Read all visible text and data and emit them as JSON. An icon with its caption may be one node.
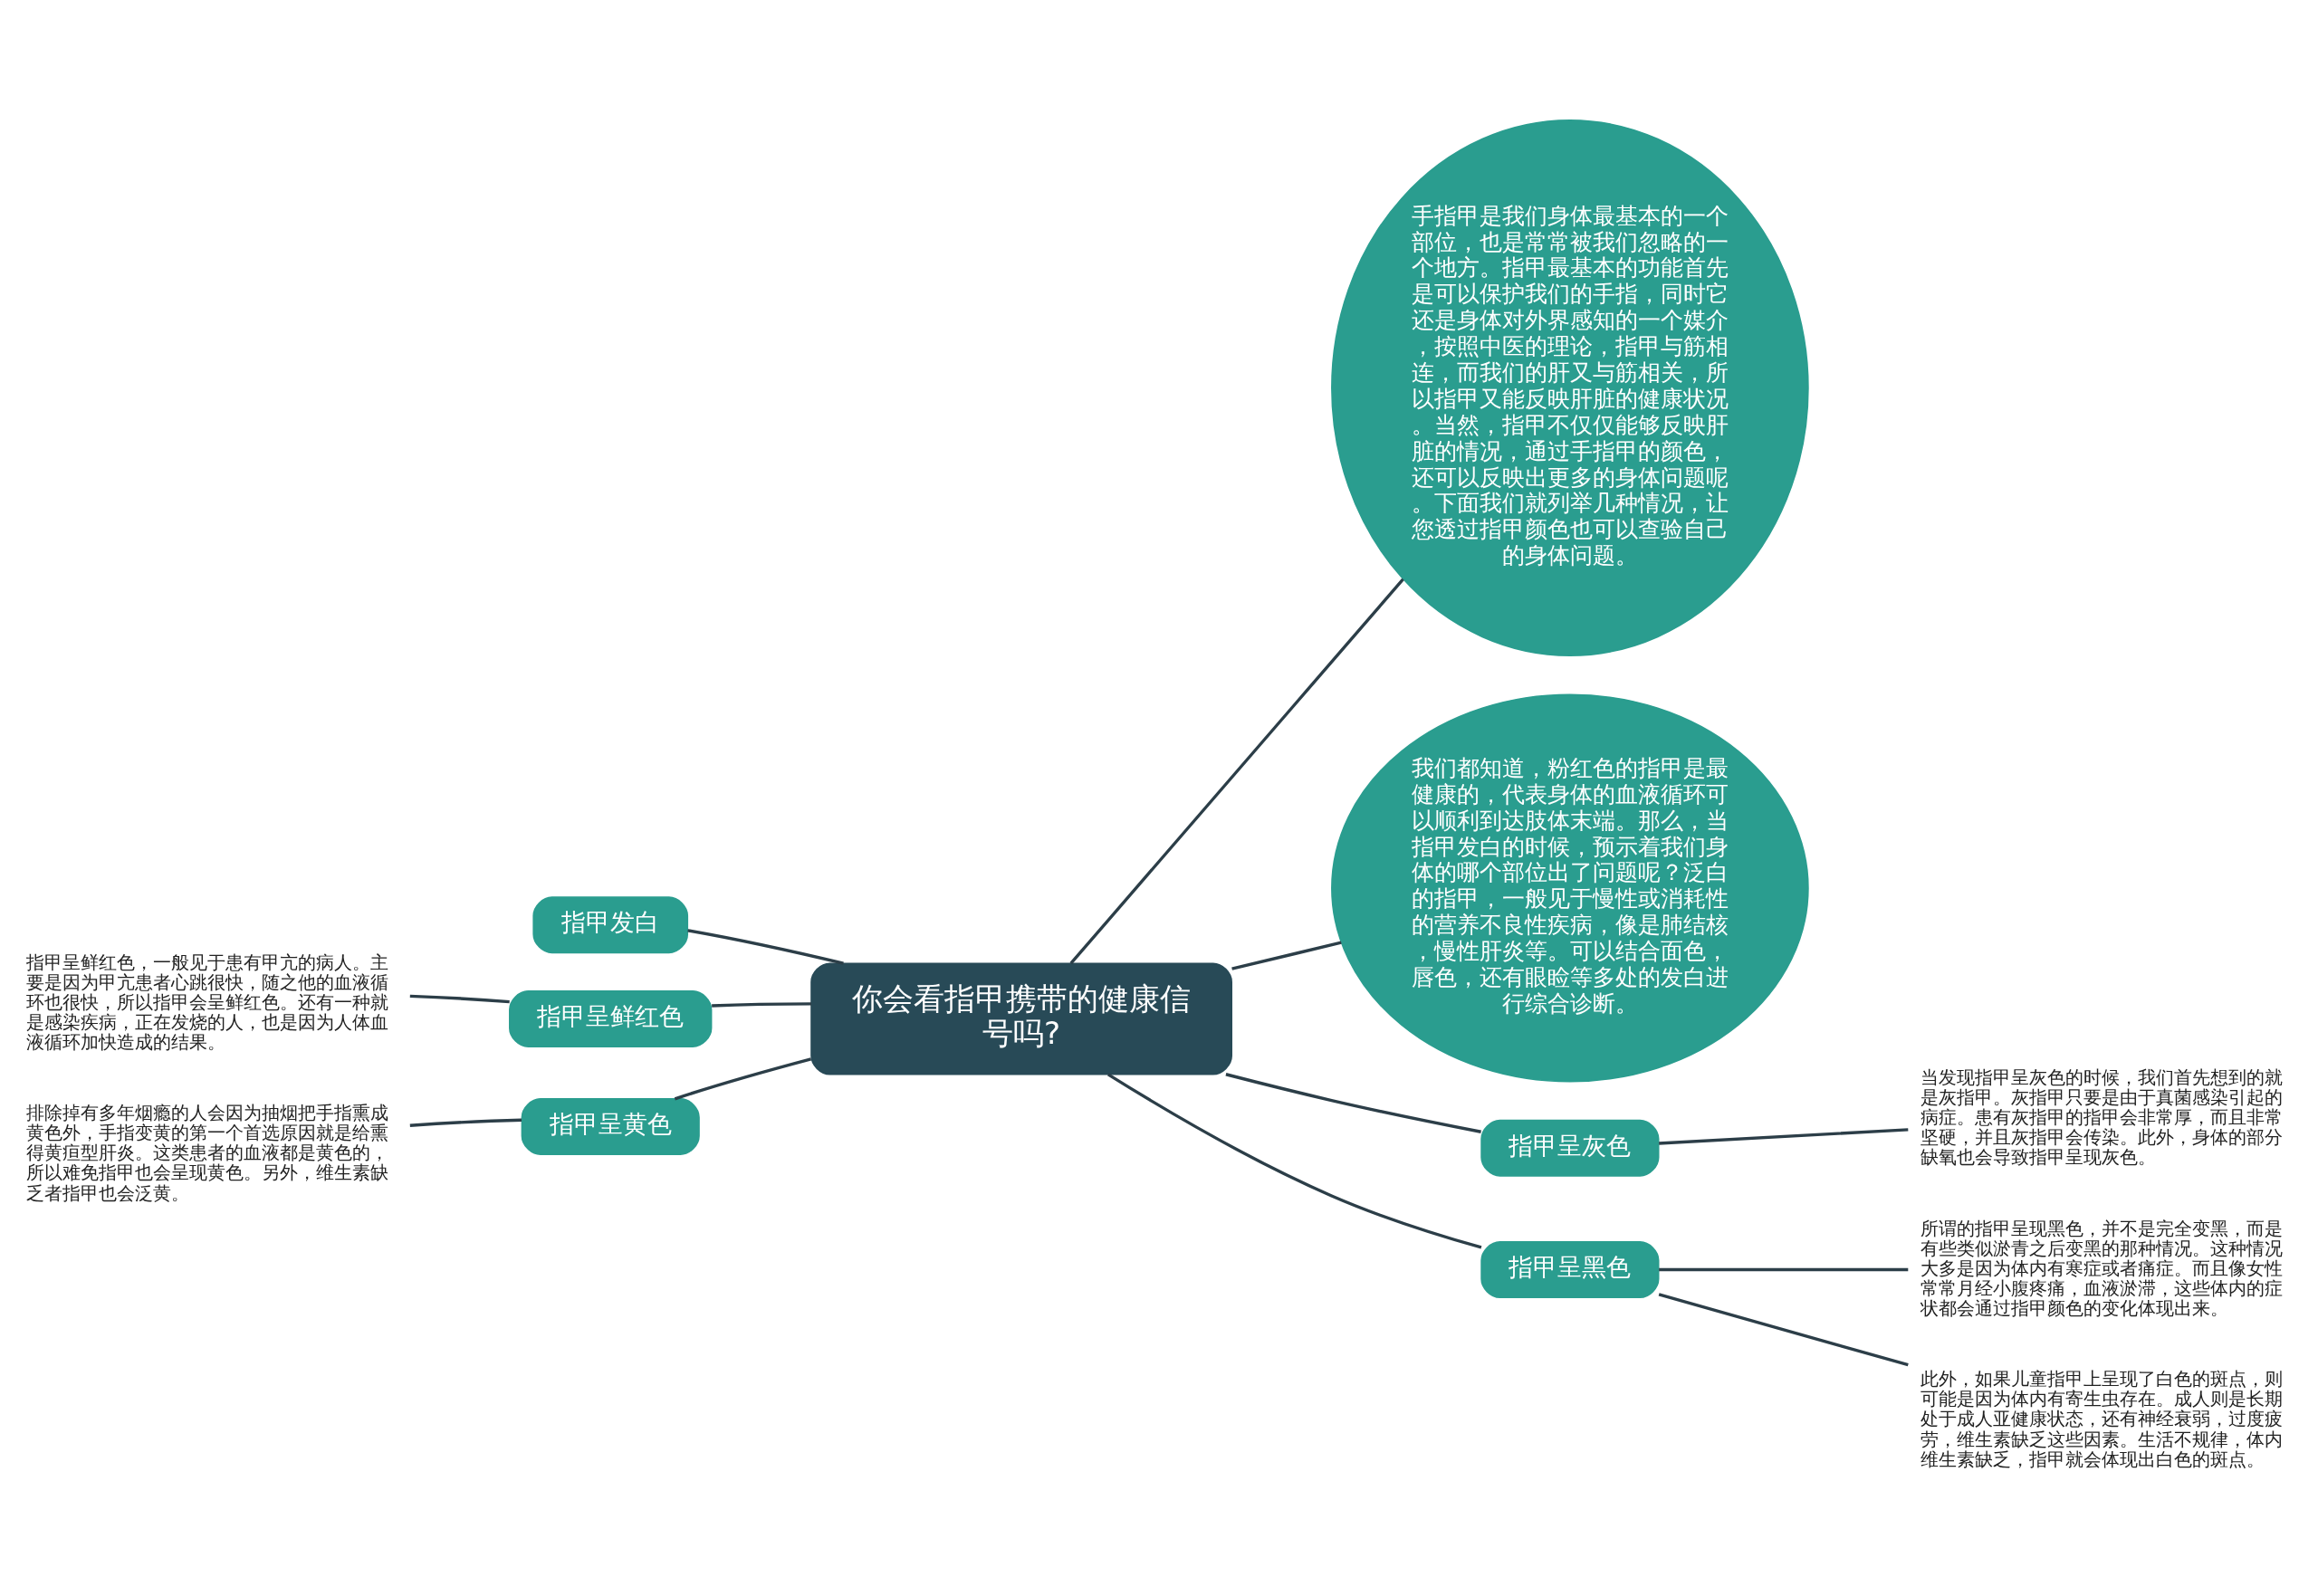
{
  "diagram": {
    "nodes": [
      {
        "text": [
          "你会看指甲携带的健康信号吗?"
        ]
      },
      {
        "text": [
          "手指甲是我们身体最基本的一个部位，也是常常被我们忽略的一个地方。指甲最基本的功能首先是可以保护我们的手指，同时它还是身体对外界感知的一个媒介，按照中医的理论，指甲与筋相连，而我们的肝又与筋相关，所以指甲又能反映肝脏的健康状况。当然，指甲不仅仅能够反映肝脏的情况，通过手指甲的颜色，还可以反映出更多的身体问题呢。下面我们就列举几种情况，让您透过指甲颜色也可以查验自己的身体问题。"
        ]
      },
      {
        "text": [
          "我们都知道，粉红色的指甲是最健康的，代表身体的血液循环可以顺利到达肢体末端。那么，当指甲发白的时候，预示着我们身体的哪个部位出了问题呢？泛白的指甲，一般见于慢性或消耗性的营养不良性疾病，像是肺结核，慢性肝炎等。可以结合面色，唇色，还有眼睑等多处的发白进行综合诊断。"
        ]
      },
      {
        "text": [
          "指甲呈灰色"
        ]
      },
      {
        "text": [
          "当发现指甲呈灰色的时候，我们首先想到的就是灰指甲。灰指甲只要是由于真菌感染引起的病症。患有灰指甲的指甲会非常厚，而且非常坚硬，并且灰指甲会传染。此外，身体的部分缺氧也会导致指甲呈现灰色。"
        ]
      },
      {
        "text": [
          "指甲呈黑色"
        ]
      },
      {
        "text": [
          "所谓的指甲呈现黑色，并不是完全变黑，而是有些类似淤青之后变黑的那种情况。这种情况大多是因为体内有寒症或者痛症。而且像女性常常月经小腹疼痛，血液淤滞，这些体内的症状都会通过指甲颜色的变化体现出来。"
        ]
      },
      {
        "text": [
          "此外，如果儿童指甲上呈现了白色的斑点，则可能是因为体内有寄生虫存在。成人则是长期处于成人亚健康状态，还有神经衰弱，过度疲劳，维生素缺乏这些因素。生活不规律，体内维生素缺乏，指甲就会体现出白色的斑点。"
        ]
      },
      {
        "text": [
          "指甲发白"
        ]
      },
      {
        "text": [
          "指甲呈鲜红色"
        ]
      },
      {
        "text": [
          "指甲呈鲜红色，一般见于患有甲亢的病人。主要是因为甲亢患者心跳很快，随之他的血液循环也很快，所以指甲会呈鲜红色。还有一种就是感染疾病，正在发烧的人，也是因为人体血液循环加快造成的结果。"
        ]
      },
      {
        "text": [
          "指甲呈黄色"
        ]
      },
      {
        "text": [
          "排除掉有多年烟瘾的人会因为抽烟把手指熏成黄色外，手指变黄的第一个首选原因就是给熏得黄疸型肝炎。这类患者的血液都是黄色的，所以难免指甲也会呈现黄色。另外，维生素缺乏者指甲也会泛黄。"
        ]
      }
    ],
    "edges": [
      {
        "from": 0,
        "to": 1,
        "arrow": "none"
      },
      {
        "from": 0,
        "to": 2,
        "arrow": "none"
      },
      {
        "from": 0,
        "to": 3,
        "arrow": "none"
      },
      {
        "from": 3,
        "to": 4,
        "arrow": "none"
      },
      {
        "from": 0,
        "to": 5,
        "arrow": "none"
      },
      {
        "from": 5,
        "to": 6,
        "arrow": "none"
      },
      {
        "from": 5,
        "to": 7,
        "arrow": "none"
      },
      {
        "from": 0,
        "to": 8,
        "arrow": "none"
      },
      {
        "from": 0,
        "to": 9,
        "arrow": "none"
      },
      {
        "from": 9,
        "to": 10,
        "arrow": "none"
      },
      {
        "from": 0,
        "to": 11,
        "arrow": "none"
      },
      {
        "from": 11,
        "to": 12,
        "arrow": "none"
      }
    ]
  }
}
